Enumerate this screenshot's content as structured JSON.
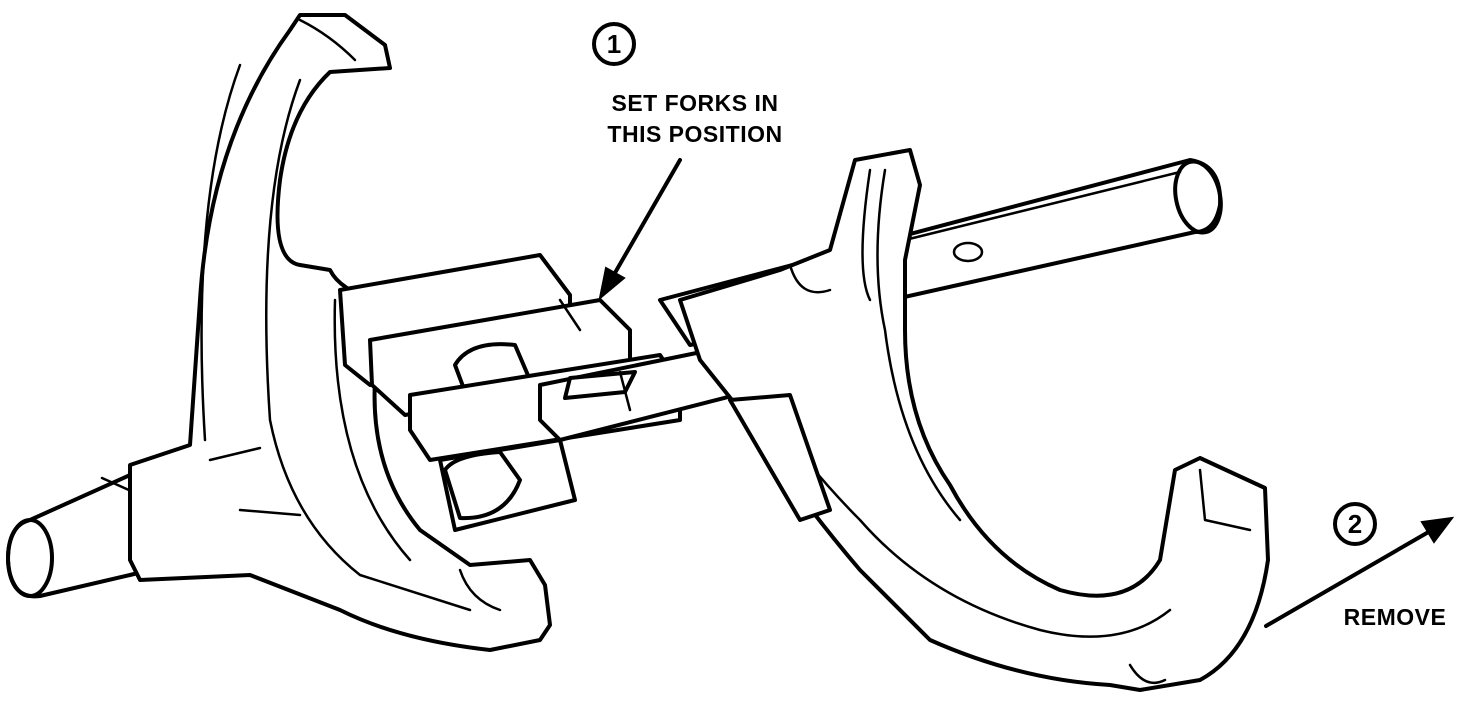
{
  "callouts": {
    "one": {
      "number": "1",
      "line1": "SET FORKS IN",
      "line2": "THIS POSITION"
    },
    "two": {
      "number": "2",
      "label": "REMOVE"
    }
  },
  "colors": {
    "ink": "#000000",
    "paper": "#ffffff"
  }
}
